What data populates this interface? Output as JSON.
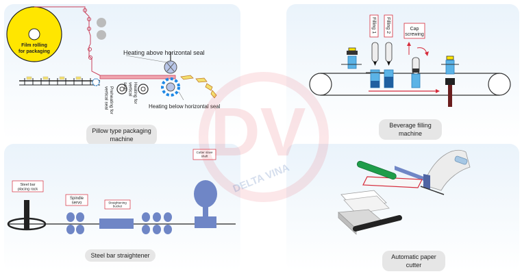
{
  "pillow": {
    "film_rolling": "Film rolling for packaging",
    "preheating": "Preheating for vertical seal",
    "heating_vertical": "Heating for vertical seal",
    "heating_above": "Heating above horizontal seal",
    "heating_below": "Heating below horizontal seal",
    "caption": "Pillow type packaging machine"
  },
  "beverage": {
    "filling1": "Filling 1",
    "filling2": "Filling 2",
    "cap_screwing": "Cap screwing",
    "caption": "Beverage filling machine"
  },
  "steel": {
    "placing_rack": "Steel bar placing rack",
    "spindle_servo": "Spindle servo",
    "straightening_bucket": "Straightening bucket",
    "cutter_slave_shaft": "Cutter slave shaft",
    "caption": "Steel bar straightener"
  },
  "paper": {
    "caption": "Automatic paper cutter"
  },
  "watermark": {
    "letters": "DV",
    "name": "DELTA VINA"
  },
  "colors": {
    "accent_red": "#d62b3a",
    "roll_yellow": "#ffe600",
    "steel_blue": "#6f86c6",
    "film_pink": "#f0a7b0",
    "liquid_blue": "#5bb3e6"
  }
}
